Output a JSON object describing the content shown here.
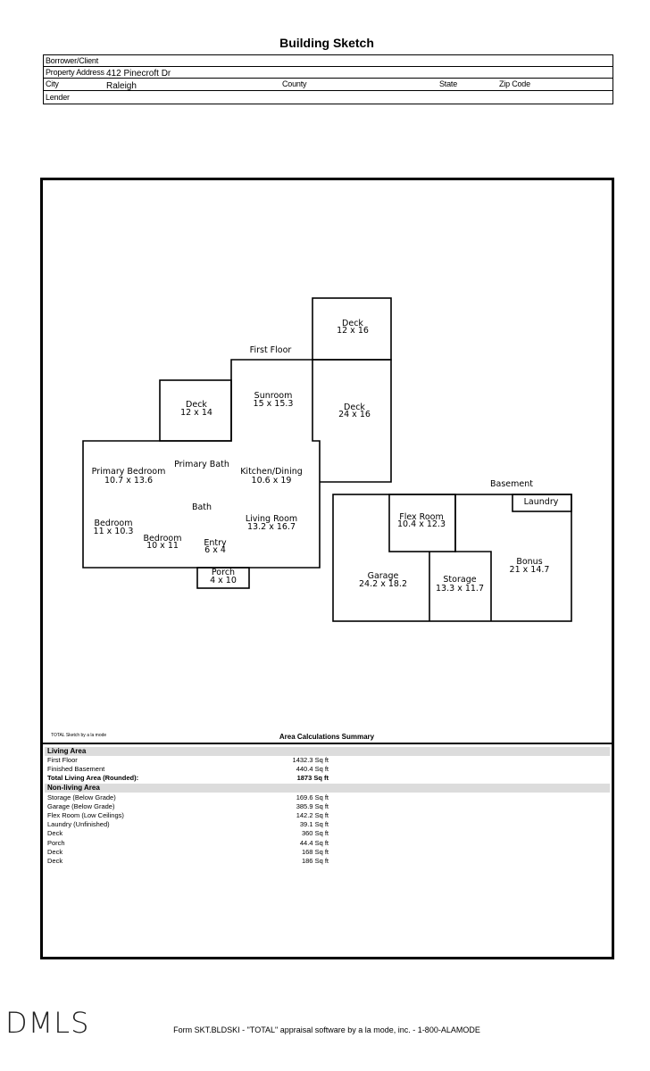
{
  "header": {
    "title": "Building Sketch"
  },
  "info": {
    "borrower_label": "Borrower/Client",
    "address_label": "Property Address",
    "address_value": "412 Pinecroft Dr",
    "city_label": "City",
    "city_value": "Raleigh",
    "county_label": "County",
    "state_label": "State",
    "zip_label": "Zip Code",
    "lender_label": "Lender"
  },
  "sketch": {
    "first_floor_label": "First Floor",
    "basement_label": "Basement",
    "rooms": {
      "deck_top": {
        "name": "Deck",
        "dims": "12 x 16"
      },
      "sunroom": {
        "name": "Sunroom",
        "dims": "15 x 15.3"
      },
      "deck_small": {
        "name": "Deck",
        "dims": "12 x 14"
      },
      "deck_right": {
        "name": "Deck",
        "dims": "24 x 16"
      },
      "primary_bedroom": {
        "name": "Primary Bedroom",
        "dims": "10.7 x 13.6"
      },
      "primary_bath": {
        "name": "Primary Bath"
      },
      "kitchen": {
        "name": "Kitchen/Dining",
        "dims": "10.6 x 19"
      },
      "bath": {
        "name": "Bath"
      },
      "bedroom1": {
        "name": "Bedroom",
        "dims": "11 x 10.3"
      },
      "bedroom2": {
        "name": "Bedroom",
        "dims": "10 x 11"
      },
      "living": {
        "name": "Living Room",
        "dims": "13.2 x 16.7"
      },
      "entry": {
        "name": "Entry",
        "dims": "6 x 4"
      },
      "porch": {
        "name": "Porch",
        "dims": "4 x 10"
      },
      "laundry": {
        "name": "Laundry"
      },
      "flex": {
        "name": "Flex Room",
        "dims": "10.4 x 12.3"
      },
      "bonus": {
        "name": "Bonus",
        "dims": "21 x 14.7"
      },
      "garage": {
        "name": "Garage",
        "dims": "24.2 x 18.2"
      },
      "storage": {
        "name": "Storage",
        "dims": "13.3 x 11.7"
      }
    }
  },
  "summary": {
    "small_note": "TOTAL Sketch by a la mode",
    "title": "Area Calculations Summary",
    "living_header": "Living Area",
    "living_rows": [
      {
        "name": "First Floor",
        "value": "1432.3 Sq ft"
      },
      {
        "name": "Finished Basement",
        "value": "440.4 Sq ft"
      }
    ],
    "total_row": {
      "name": "Total Living Area (Rounded):",
      "value": "1873 Sq ft"
    },
    "nonliving_header": "Non-living Area",
    "nonliving_rows": [
      {
        "name": "Storage (Below Grade)",
        "value": "169.6 Sq ft"
      },
      {
        "name": "Garage (Below Grade)",
        "value": "385.9 Sq ft"
      },
      {
        "name": "Flex Room (Low Ceilings)",
        "value": "142.2 Sq ft"
      },
      {
        "name": "Laundry (Unfinished)",
        "value": "39.1 Sq ft"
      },
      {
        "name": "Deck",
        "value": "360 Sq ft"
      },
      {
        "name": "Porch",
        "value": "44.4 Sq ft"
      },
      {
        "name": "Deck",
        "value": "168 Sq ft"
      },
      {
        "name": "Deck",
        "value": "186 Sq ft"
      }
    ]
  },
  "footer": {
    "logo": "DMLS",
    "text": "Form SKT.BLDSKI - \"TOTAL\" appraisal software by a la mode, inc. - 1-800-ALAMODE"
  }
}
